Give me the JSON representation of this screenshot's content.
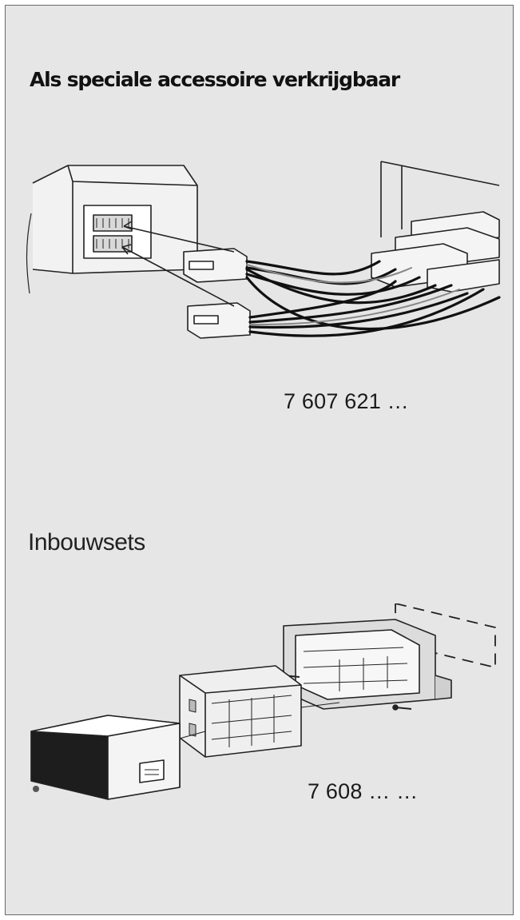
{
  "heading": "Als speciale accessoire verkrijgbaar",
  "accessory_1": {
    "part_number": "7 607 621 …"
  },
  "section_2": {
    "title": "Inbouwsets",
    "part_number": "7 608 … …"
  }
}
